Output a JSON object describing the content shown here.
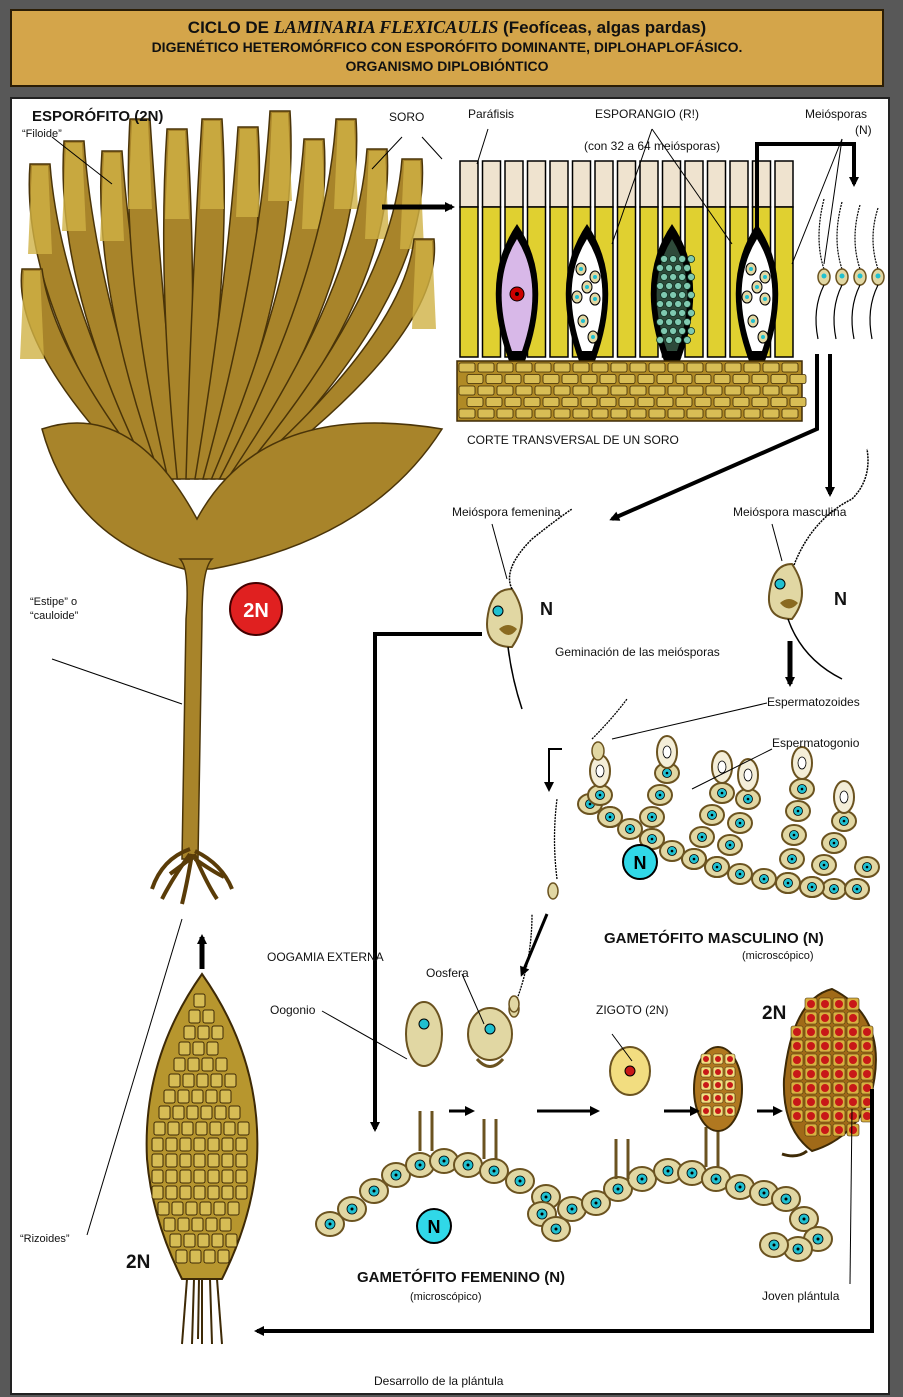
{
  "header": {
    "title_prefix": "CICLO DE ",
    "title_species": "LAMINARIA FLEXICAULIS",
    "title_suffix": " (Feofíceas, algas pardas)",
    "line2": "DIGENÉTICO HETEROMÓRFICO CON ESPORÓFITO DOMINANTE, DIPLOHAPLOFÁSICO.",
    "line3": "ORGANISMO DIPLOBIÓNTICO"
  },
  "labels": {
    "esporofito": "ESPORÓFITO (2N)",
    "filoide": "“Filoide”",
    "soro": "SORO",
    "parafisis": "Paráfisis",
    "esporangio": "ESPORANGIO (R!)",
    "esporangio_note": "(con 32 a 64 meiósporas)",
    "meiosporas": "Meiósporas",
    "meiosporas_n": "(N)",
    "corte": "CORTE TRANSVERSAL DE UN SORO",
    "meiospora_femenina": "Meióspora femenina",
    "meiospora_masculina": "Meióspora masculina",
    "n_fem": "N",
    "n_masc": "N",
    "germinacion": "Geminación de las meiósporas",
    "estipe_1": "“Estipe” o",
    "estipe_2": "“cauloide”",
    "espermatozoides": "Espermatozoides",
    "espermatogonio": "Espermatogonio",
    "gametofito_masculino": "GAMETÓFITO MASCULINO (N)",
    "microscopico_m": "(microscópico)",
    "oogamia": "OOGAMIA EXTERNA",
    "oosfera": "Oosfera",
    "oogonio": "Oogonio",
    "zigoto": "ZIGOTO (2N)",
    "rizoides": "“Rizoides”",
    "gametofito_femenino": "GAMETÓFITO FEMENINO (N)",
    "microscopico_f": "(microscópico)",
    "joven_plantula": "Joven plántula",
    "desarrollo": "Desarrollo de la plántula",
    "ploidy_2n_top": "2N",
    "ploidy_2n_bottom": "2N",
    "ploidy_2n_right": "2N",
    "badge_2n": "2N",
    "badge_n_masc": "N",
    "badge_n_fem": "N"
  },
  "colors": {
    "header_bg": "#d4a54a",
    "alga_brown": "#a8842a",
    "alga_light": "#cfb245",
    "sorus_yellow": "#e0d030",
    "cell_fill": "#e1d7a3",
    "cell_outline": "#6b5320",
    "nucleus": "#20c0d0",
    "badge_red": "#e02020",
    "badge_cyan": "#30d8e8",
    "zygote_red": "#c81818",
    "sporangium_purple": "#d8b8e8"
  }
}
